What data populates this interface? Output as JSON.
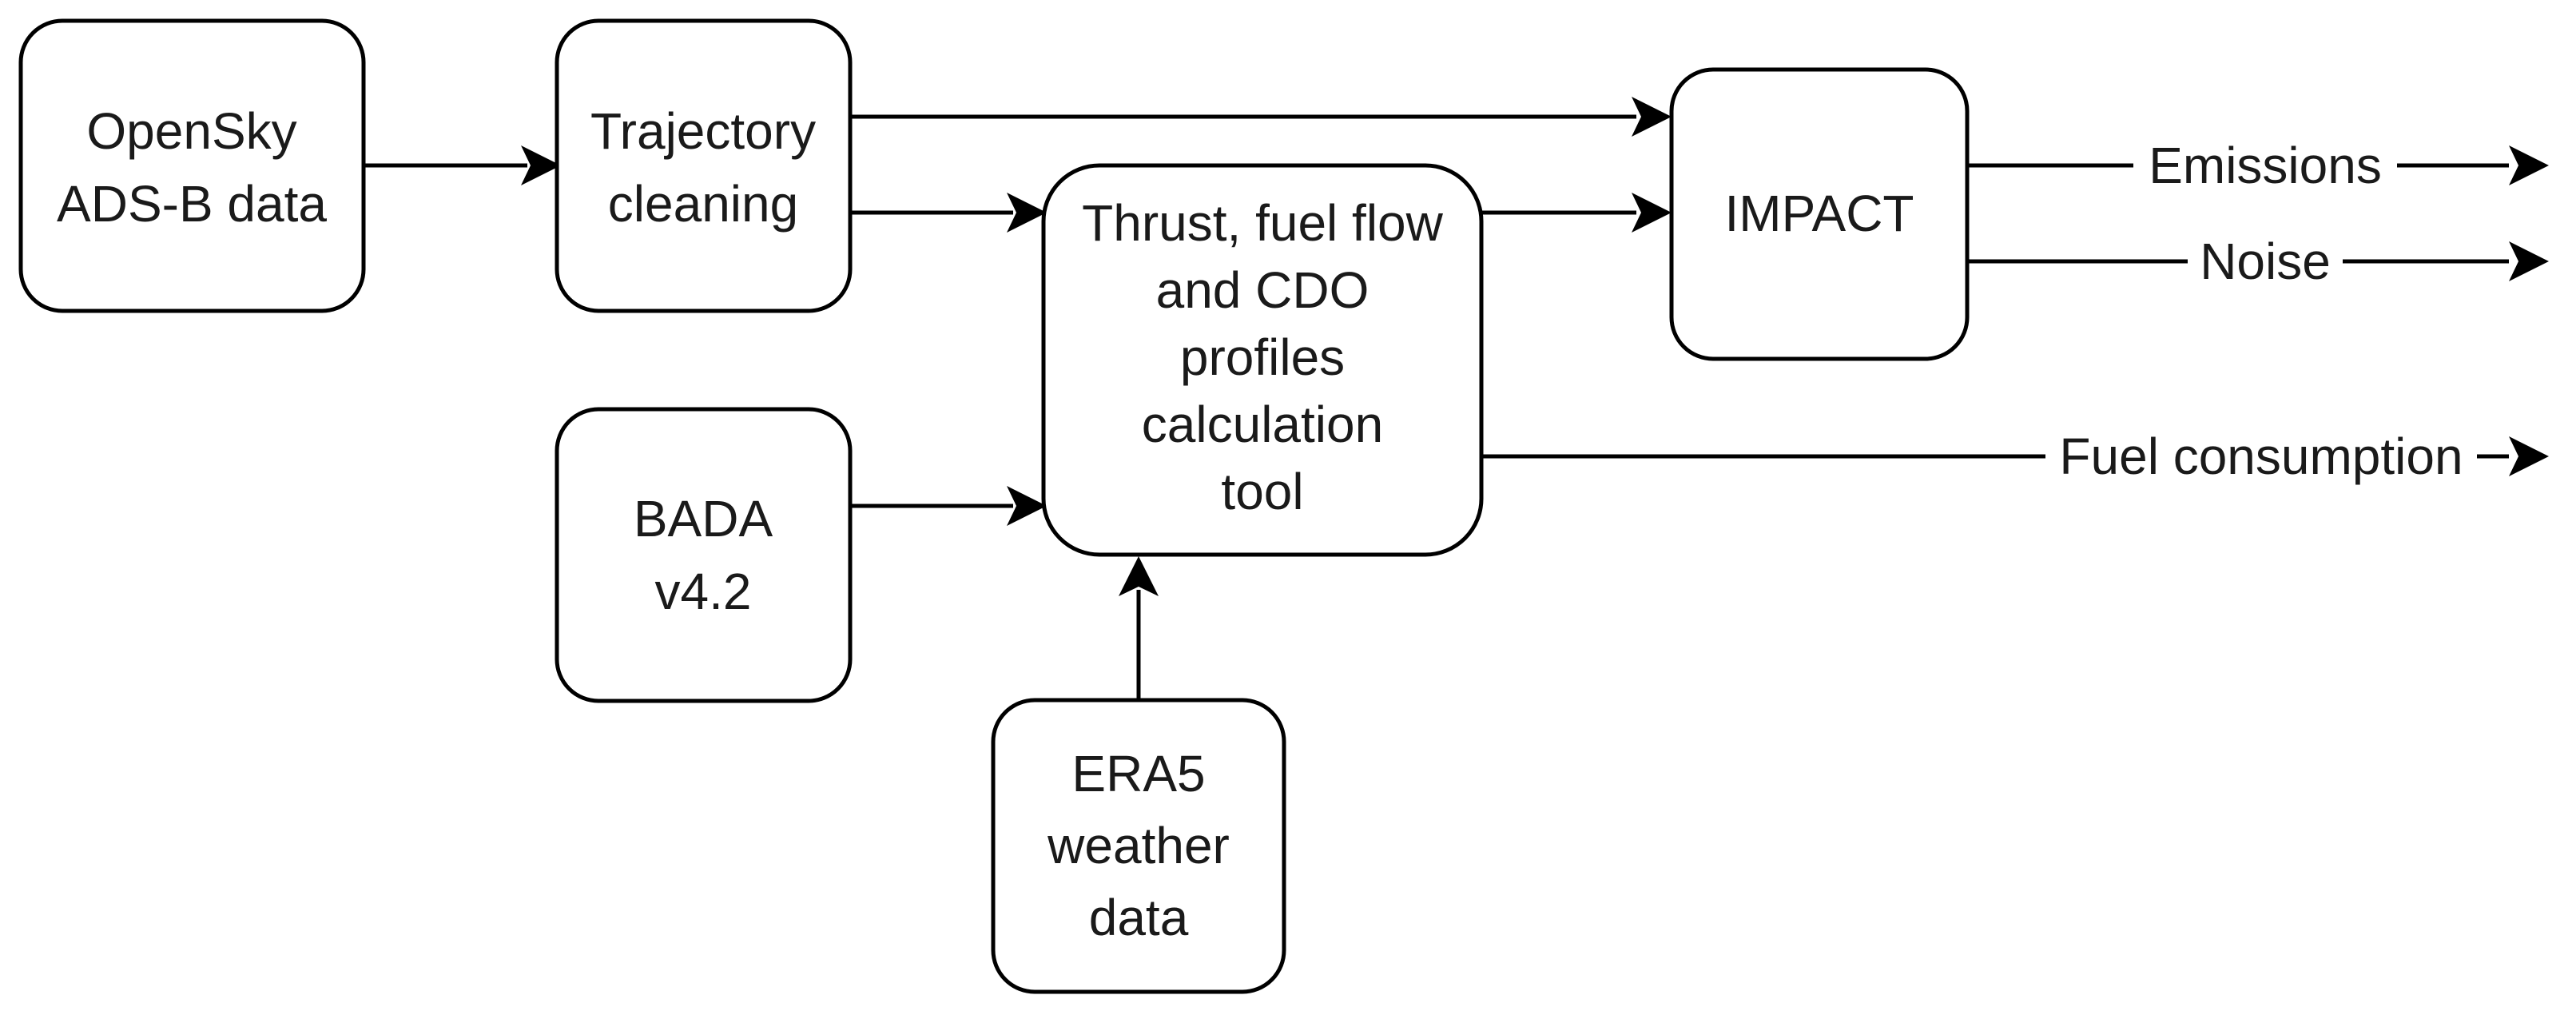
{
  "nodes": {
    "opensky": [
      "OpenSky",
      "ADS-B data"
    ],
    "trajectory": [
      "Trajectory",
      "cleaning"
    ],
    "thrust": [
      "Thrust, fuel flow",
      "and CDO",
      "profiles",
      "calculation",
      "tool"
    ],
    "bada": [
      "BADA",
      "v4.2"
    ],
    "era5": [
      "ERA5",
      "weather",
      "data"
    ],
    "impact": [
      "IMPACT"
    ]
  },
  "edges": {
    "emissions": "Emissions",
    "noise": "Noise",
    "fuel": "Fuel consumption"
  },
  "colors": {
    "stroke": "#000000",
    "text": "#1a1a1a",
    "background": "#ffffff"
  }
}
